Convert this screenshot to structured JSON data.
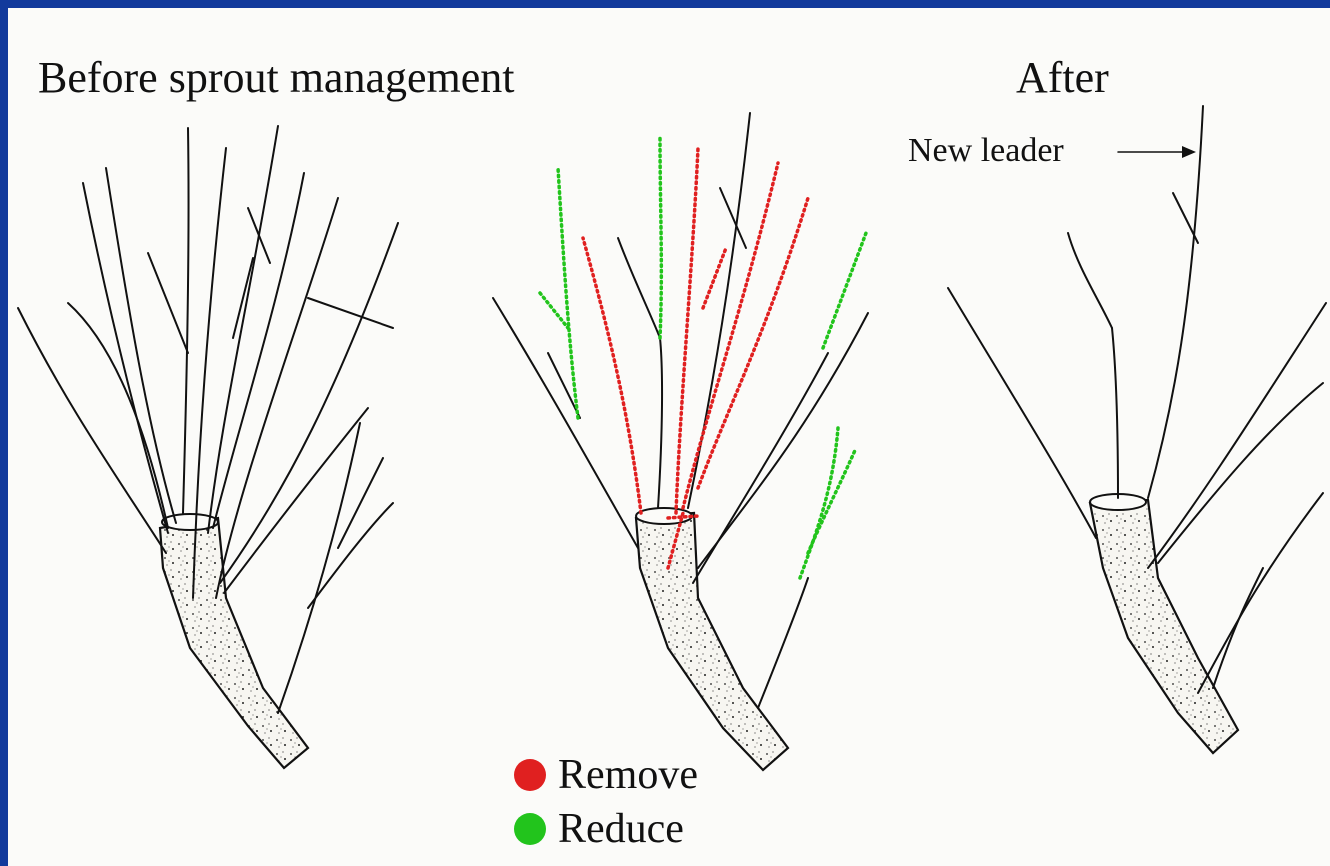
{
  "titles": {
    "before": "Before sprout management",
    "after": "After"
  },
  "annotation": {
    "new_leader": "New leader"
  },
  "legend": [
    {
      "label": "Remove",
      "color": "#e02020"
    },
    {
      "label": "Reduce",
      "color": "#22c41c"
    }
  ],
  "colors": {
    "frame_border": "#123a9c",
    "background": "#fbfbf9",
    "ink": "#111111",
    "remove": "#e02020",
    "reduce": "#22c41c"
  }
}
